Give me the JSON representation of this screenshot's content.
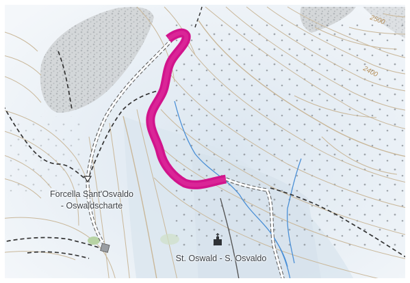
{
  "map": {
    "labels": {
      "pass_line1": "Forcella Sant'Osvaldo",
      "pass_line2": "- Oswaldscharte",
      "church": "St. Oswald - S. Osvaldo",
      "contour_2500": "2500",
      "contour_2400": "2400"
    },
    "colors": {
      "background": "#e8eef4",
      "route_highlight": "#d1148c",
      "stream": "#4a8fd6",
      "contour": "#c9b799",
      "rock_area": "#c5c7c9",
      "trail_dashed": "#333333"
    },
    "icons": {
      "church": "church-icon",
      "pass": "pass-icon",
      "hut": "hut-icon"
    }
  }
}
